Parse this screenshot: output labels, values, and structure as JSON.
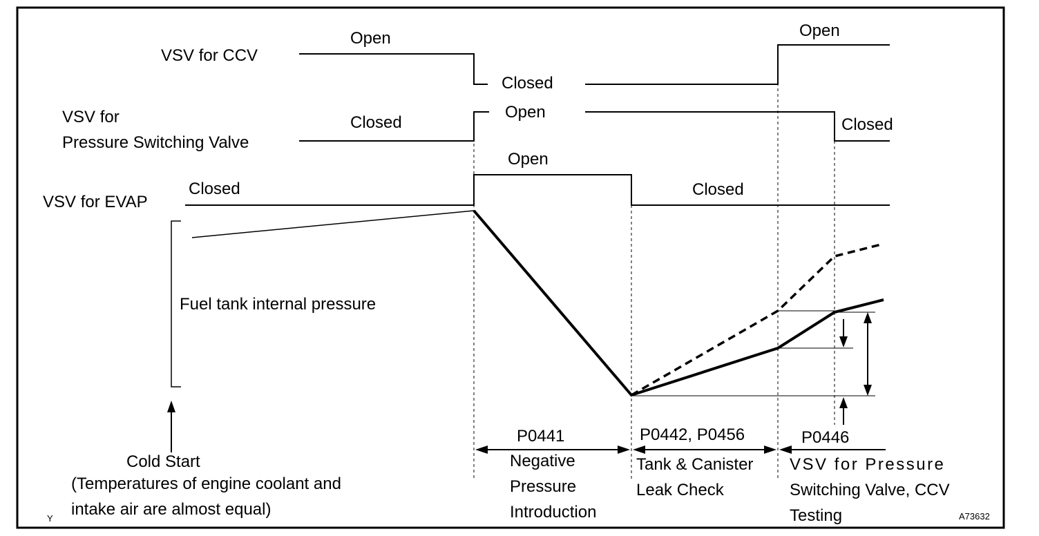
{
  "signals": {
    "ccv": {
      "label": "VSV for CCV",
      "state_open_1": "Open",
      "state_closed": "Closed",
      "state_open_2": "Open"
    },
    "psv": {
      "label_line1": "VSV for",
      "label_line2": "Pressure Switching Valve",
      "state_closed_1": "Closed",
      "state_open": "Open",
      "state_closed_2": "Closed"
    },
    "evap": {
      "label": "VSV for EVAP",
      "state_closed_1": "Closed",
      "state_open": "Open",
      "state_closed_2": "Closed"
    }
  },
  "pressure_label": "Fuel tank internal pressure",
  "cold_start": {
    "title": "Cold Start",
    "note_line1": "(Temperatures of engine coolant and",
    "note_line2": "intake air are almost equal)"
  },
  "phases": {
    "p0441": {
      "code": "P0441",
      "line1": "Negative",
      "line2": "Pressure",
      "line3": "Introduction"
    },
    "p0442": {
      "code": "P0442, P0456",
      "line1": "Tank & Canister",
      "line2": "Leak Check"
    },
    "p0446": {
      "code": "P0446",
      "line1": "VSV for Pressure",
      "line2": "Switching Valve, CCV",
      "line3": "Testing"
    }
  },
  "corner_mark": "Y",
  "figure_id": "A73632"
}
